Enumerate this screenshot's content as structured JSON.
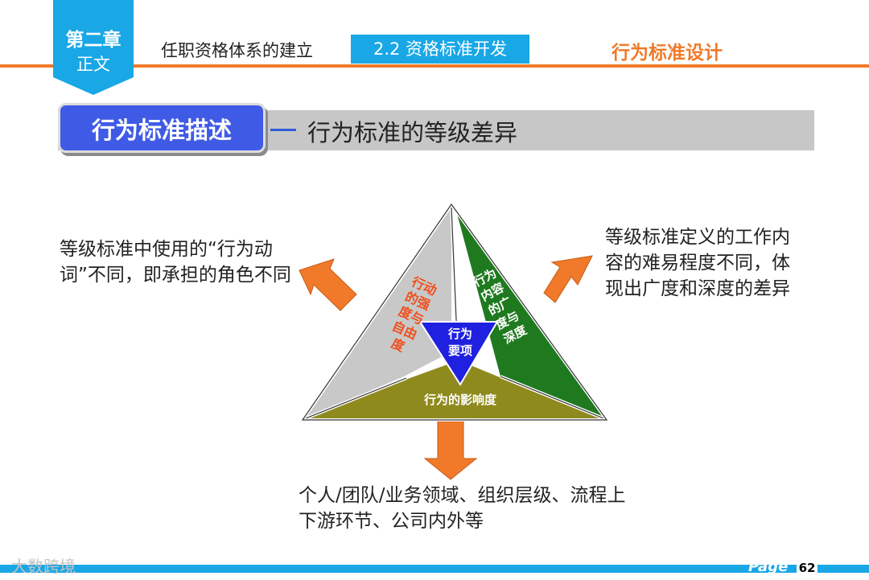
{
  "header": {
    "chapter_line1": "第二章",
    "chapter_line2": "正文",
    "section_title": "任职资格体系的建立",
    "sub_tab": "2.2 资格标准开发",
    "topic_title": "行为标准设计",
    "accent_color": "#f07a2a",
    "tab_color": "#19a7e6"
  },
  "title": {
    "badge": "行为标准描述",
    "subtitle": "行为标准的等级差异",
    "badge_color": "#3f5be6"
  },
  "diagram": {
    "center_line1": "行为",
    "center_line2": "要项",
    "left_face": [
      "行动",
      "的强",
      "度与",
      "自由",
      "度"
    ],
    "right_face": [
      "行为",
      "内容",
      "的广",
      "度与",
      "深度"
    ],
    "bottom_face": "行为的影响度",
    "colors": {
      "left_face": "#c8c8c8",
      "right_face": "#1f7a1f",
      "bottom_face": "#8f8a1e",
      "center": "#2020e0",
      "left_text": "#f0501e",
      "arrow": "#f07a2a"
    }
  },
  "annotations": {
    "left": "等级标准中使用的“行为动词”不同，即承担的角色不同",
    "right": "等级标准定义的工作内容的难易程度不同，体现出广度和深度的差异",
    "bottom": "个人/团队/业务领域、组织层级、流程上下游环节、公司内外等"
  },
  "footer": {
    "page_label": "Page",
    "page_number": "62",
    "watermark": "大数跨境"
  }
}
